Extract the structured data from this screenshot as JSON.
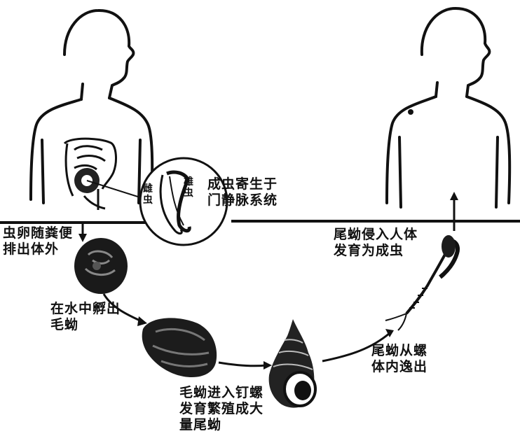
{
  "labels": {
    "adult_location": [
      "成虫寄生于",
      "门静脉系统"
    ],
    "female": "雌虫",
    "male": "雄虫",
    "eggs_excreted": [
      "虫卵随粪便",
      "排出体外"
    ],
    "hatch_in_water": [
      "在水中孵出",
      "毛蚴"
    ],
    "miracidium_snail": [
      "毛蚴进入钉螺",
      "发育繁殖成大",
      "量尾蚴"
    ],
    "cercaria_exit": [
      "尾蚴从螺",
      "体内逸出"
    ],
    "cercaria_infect": [
      "尾蚴侵入人体",
      "发育为成虫"
    ]
  },
  "colors": {
    "ink": "#111111",
    "background": "#ffffff"
  }
}
